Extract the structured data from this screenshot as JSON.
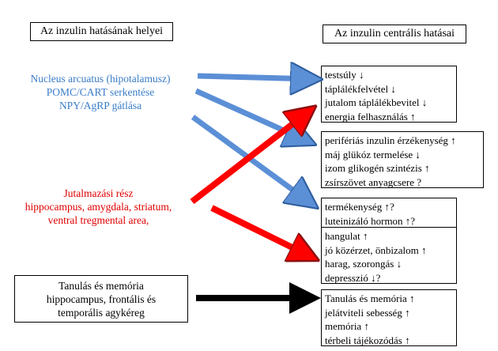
{
  "headers": {
    "left": "Az inzulin hatásának helyei",
    "right": "Az inzulin centrális hatásai"
  },
  "sources": [
    {
      "lines": [
        "Nucleus arcuatus (hipotalamusz)",
        "POMC/CART serkentése",
        "NPY/AgRP gátlása"
      ],
      "color": "#3a7cc8"
    },
    {
      "lines": [
        "Jutalmazási rész",
        "hippocampus, amygdala, striatum,",
        "ventral tregmental area,"
      ],
      "color": "#e00000"
    },
    {
      "lines": [
        "Tanulás és memória",
        "hippocampus, frontális és",
        "temporális agykéreg"
      ],
      "color": "#000000"
    }
  ],
  "targets": [
    {
      "lines": [
        "testsúly ↓",
        "táplálékfelvétel ↓",
        "jutalom táplálékbevitel ↓",
        "energia felhasználás ↑"
      ]
    },
    {
      "lines": [
        "perifériás inzulin érzékenység ↑",
        "máj glükóz termelése ↓",
        "izom glikogén szintézis ↑",
        "zsírszövet anyagcsere ?"
      ]
    },
    {
      "lines": [
        "termékenység ↑?",
        "luteinizáló hormon ↑?"
      ]
    },
    {
      "lines": [
        "hangulat ↑",
        "jó közérzet, önbizalom ↑",
        "harag, szorongás ↓",
        "depresszió ↓?"
      ]
    },
    {
      "lines": [
        "Tanulás és memória ↑",
        "jelátviteli sebesség ↑",
        "memória ↑",
        "térbeli tájékozódás ↑"
      ]
    }
  ],
  "colors": {
    "blue_arrow": "#5b8fd6",
    "red_arrow": "#ff0000",
    "black_arrow": "#000000"
  }
}
